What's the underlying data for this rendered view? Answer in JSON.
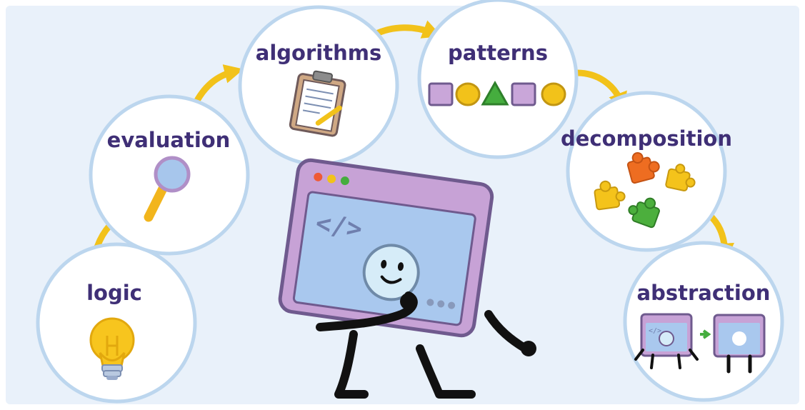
{
  "concepts": [
    {
      "label": "logic",
      "icon": "lightbulb-icon"
    },
    {
      "label": "evaluation",
      "icon": "magnifying-glass-icon"
    },
    {
      "label": "algorithms",
      "icon": "clipboard-icon"
    },
    {
      "label": "patterns",
      "icon": "shapes-sequence-icon"
    },
    {
      "label": "decomposition",
      "icon": "puzzle-pieces-icon"
    },
    {
      "label": "abstraction",
      "icon": "simplified-computer-icon"
    }
  ],
  "center": {
    "screen_code": "</>",
    "icon": "computer-character-icon"
  },
  "colors": {
    "background": "#e9f1fa",
    "circle_fill": "#ffffff",
    "circle_border": "#bcd6ee",
    "label": "#3f2f76",
    "arrow": "#f2c21a",
    "window_frame": "#c7a2d6",
    "window_outline": "#6f5a8e",
    "screen": "#a9c8ee",
    "face": "#d6ecf8"
  }
}
